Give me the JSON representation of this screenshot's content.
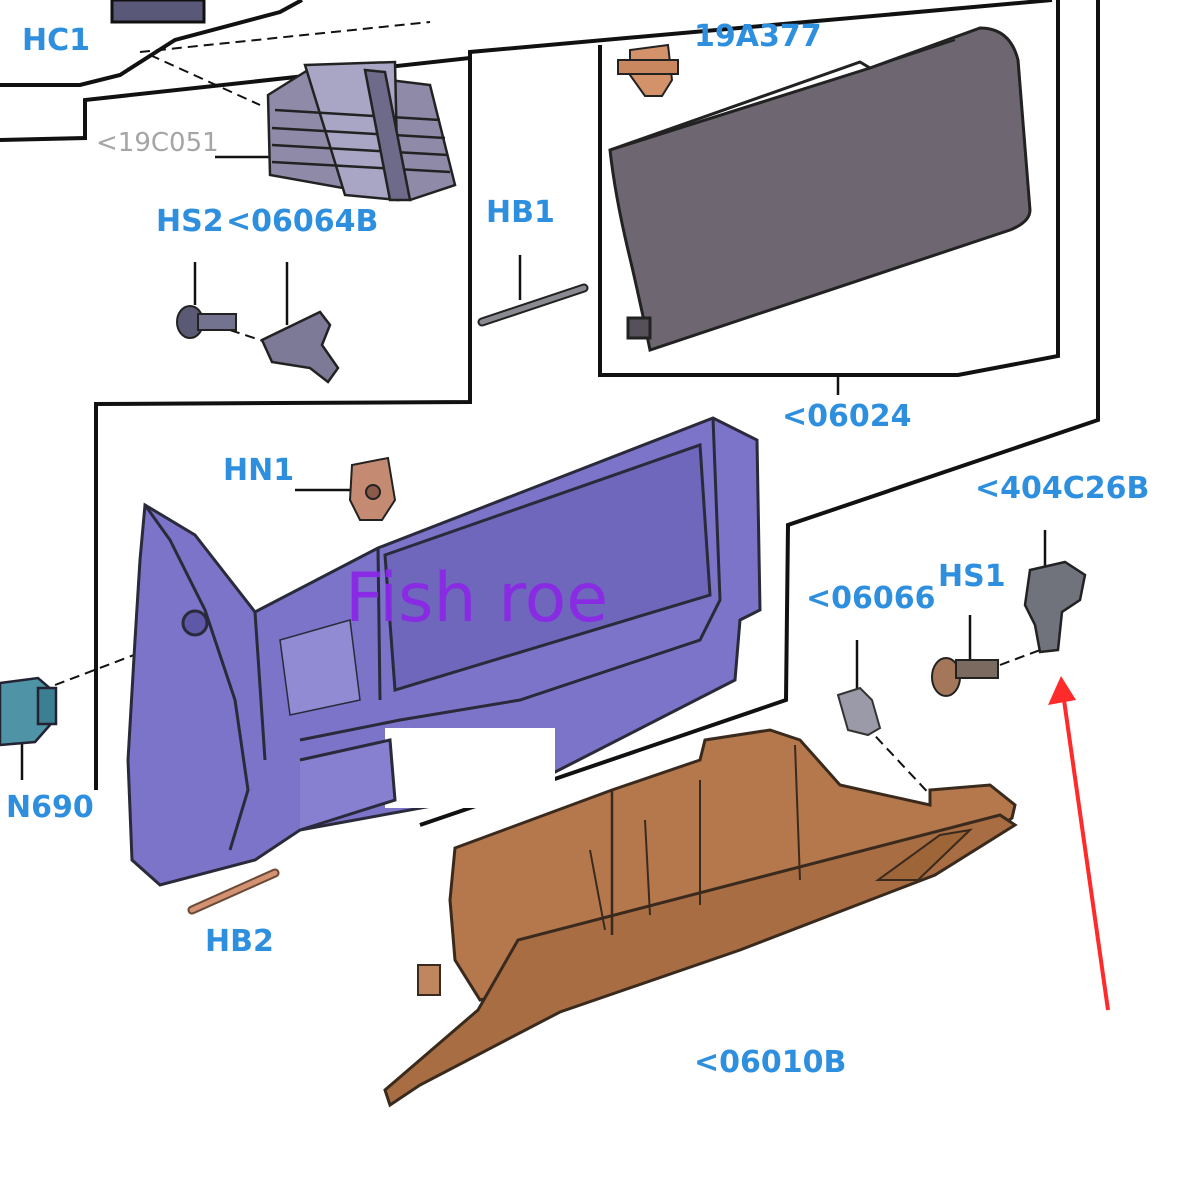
{
  "labels": {
    "hc1": "HC1",
    "l_19a377": "19A377",
    "l_19c051": "<19C051",
    "hs2": "HS2",
    "l_06064b": "<06064B",
    "hb1": "HB1",
    "l_06024": "<06024",
    "hn1": "HN1",
    "l_404c26b": "<404C26B",
    "l_06066": "<06066",
    "hs1": "HS1",
    "n690": "N690",
    "hb2": "HB2",
    "l_06010b": "<06010B"
  },
  "watermark": "Fish roe",
  "colors": {
    "label_blue": "#2f8fdf",
    "label_gray": "#a5a5a5",
    "glovebox_bin": "#b4784c",
    "glovebox_housing": "#7b74c8",
    "door_panel": "#6b636e",
    "arrow_red": "#ff2a2a",
    "watermark": "#8a28e6"
  }
}
